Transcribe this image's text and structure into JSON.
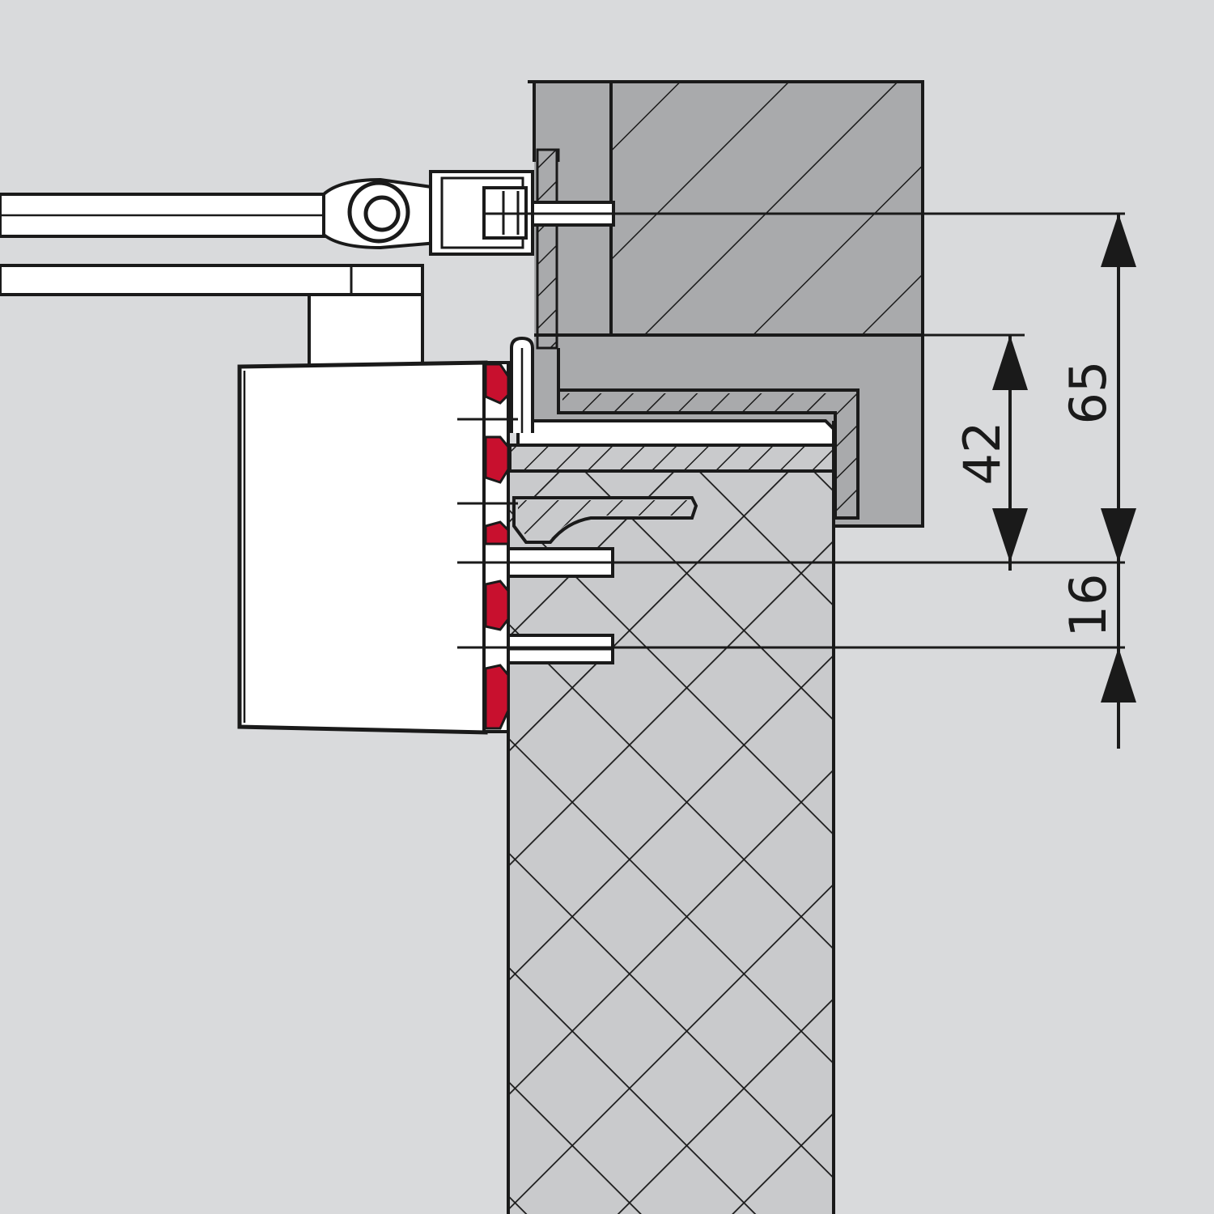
{
  "colors": {
    "background": "#d9dadc",
    "frame_gray": "#a9aaac",
    "door_gray": "#c9cacc",
    "line": "#1a1a1a",
    "white": "#ffffff",
    "seal_red": "#c8102e"
  },
  "dimensions": {
    "d65": "65",
    "d42": "42",
    "d16": "16"
  }
}
